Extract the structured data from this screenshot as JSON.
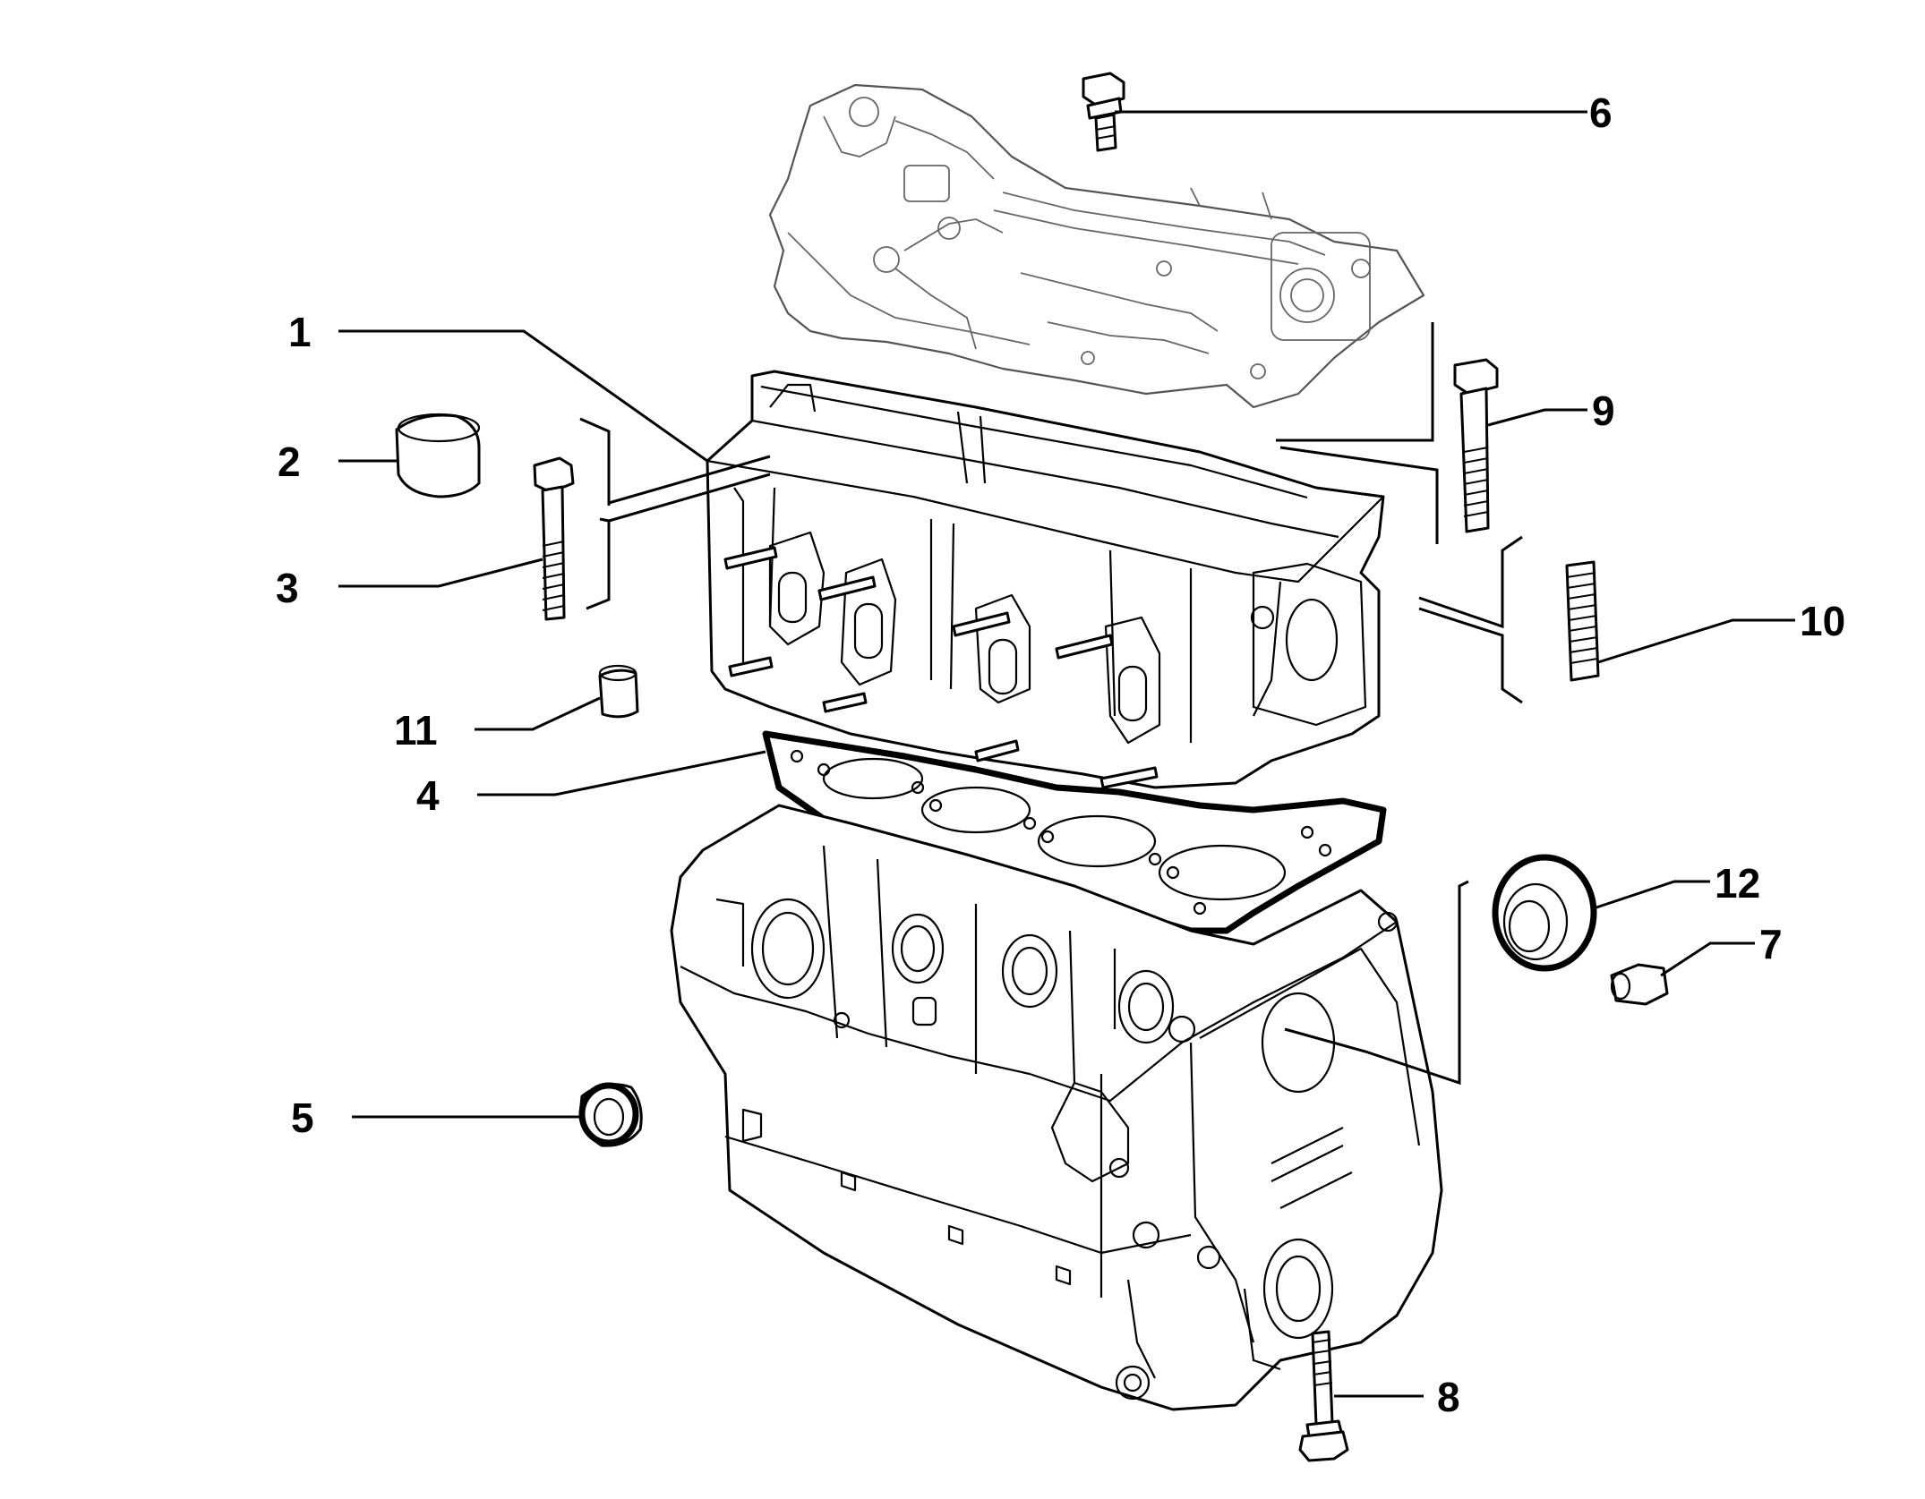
{
  "diagram": {
    "callouts": [
      {
        "id": "1",
        "label": "1"
      },
      {
        "id": "2",
        "label": "2"
      },
      {
        "id": "3",
        "label": "3"
      },
      {
        "id": "4",
        "label": "4"
      },
      {
        "id": "5",
        "label": "5"
      },
      {
        "id": "6",
        "label": "6"
      },
      {
        "id": "7",
        "label": "7"
      },
      {
        "id": "8",
        "label": "8"
      },
      {
        "id": "9",
        "label": "9"
      },
      {
        "id": "10",
        "label": "10"
      },
      {
        "id": "11",
        "label": "11"
      },
      {
        "id": "12",
        "label": "12"
      }
    ],
    "colors": {
      "line": "#000000",
      "ghost_line": "#555555",
      "background": "#ffffff"
    }
  }
}
